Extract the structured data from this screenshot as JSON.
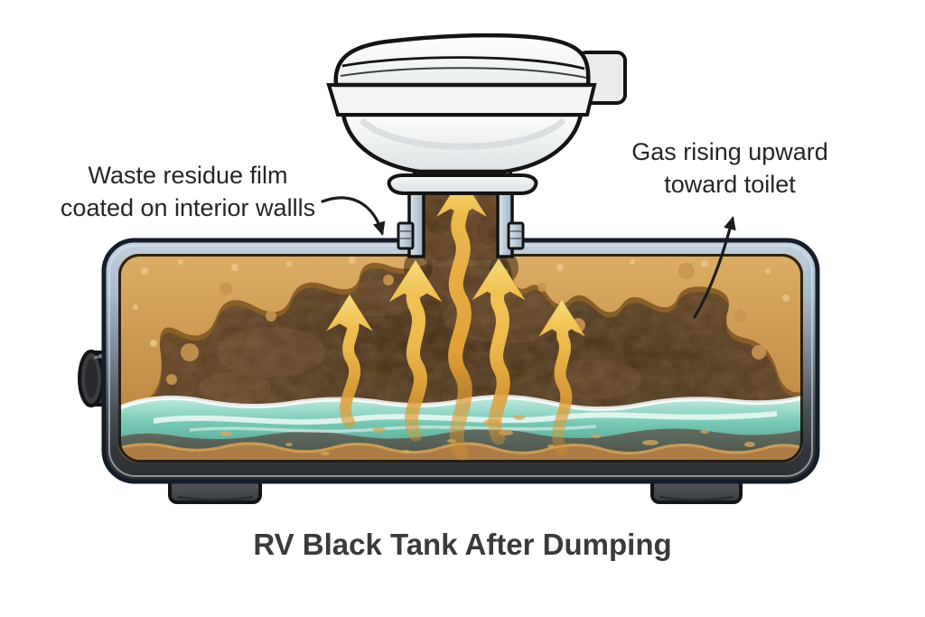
{
  "title": "RV Black Tank After Dumping",
  "annotations": {
    "left": {
      "line1": "Waste residue film",
      "line2": "coated on interior wallls"
    },
    "right": {
      "line1": "Gas rising upward",
      "line2": "toward toilet"
    }
  },
  "figure": {
    "description": "Cross-section cartoon illustration of an RV black water tank below a toilet after dumping: residue film coats the interior walls, a shallow teal wastewater layer sits at the bottom, and golden wavy arrows show gas rising up through the inlet pipe toward the toilet.",
    "components": [
      "toilet",
      "toilet-lid",
      "toilet-seat",
      "toilet-hinge",
      "inlet-pipe",
      "black-tank",
      "residue-crust",
      "wastewater-layer",
      "sediment-layer",
      "bottom-residue",
      "drain-outlet",
      "tank-feet",
      "gas-arrows",
      "annotation-arrow-left",
      "annotation-arrow-right"
    ],
    "gas_arrow_count": 5
  },
  "colors": {
    "background": "#ffffff",
    "label_text": "#262626",
    "title_text": "#3b3b3b",
    "tank_wall_steel": "#b2c3d4",
    "tank_wall_dark": "#34383d",
    "outline": "#141d29",
    "waste_brown_dark": "#53381f",
    "waste_brown_mid": "#6e4c2a",
    "crust_gold": "#d7a65c",
    "crust_shadow": "#8f6328",
    "crust_light": "#ecc98e",
    "water_teal": "#8fd2bf",
    "water_highlight": "#f2fbf7",
    "sediment_green": "#5d685c",
    "arrow_gold": "#f2cb5c",
    "arrow_orange": "#e09a33",
    "annotation_black": "#1d1d1d",
    "toilet_white": "#ffffff",
    "metal_gray": "#55585c"
  }
}
